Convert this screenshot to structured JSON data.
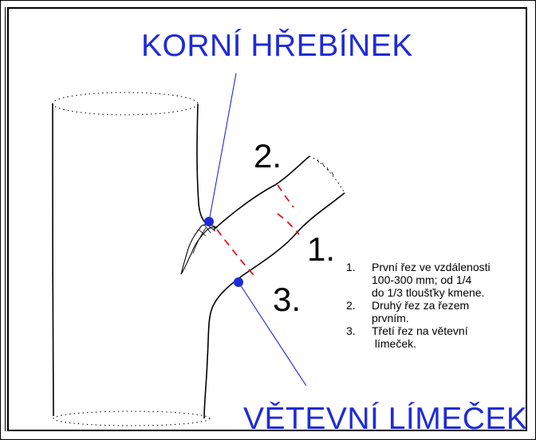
{
  "labels": {
    "top": "KORNÍ HŘEBÍNEK",
    "bottom": "VĚTEVNÍ LÍMEČEK"
  },
  "cut_numbers": [
    "1.",
    "2.",
    "3."
  ],
  "notes": [
    {
      "num": "1.",
      "lines": [
        "První řez ve vzdálenosti",
        "100-300  mm; od 1/4",
        "do 1/3 tloušťky kmene."
      ]
    },
    {
      "num": "2.",
      "lines": [
        "Druhý řez za řezem",
        "prvním."
      ]
    },
    {
      "num": "3.",
      "lines": [
        "Třetí řez na větevní",
        " límeček."
      ]
    }
  ],
  "colors": {
    "label": "#1f2bd6",
    "cut_lines": "#e0141e",
    "pointer": "#1f2bd6"
  }
}
